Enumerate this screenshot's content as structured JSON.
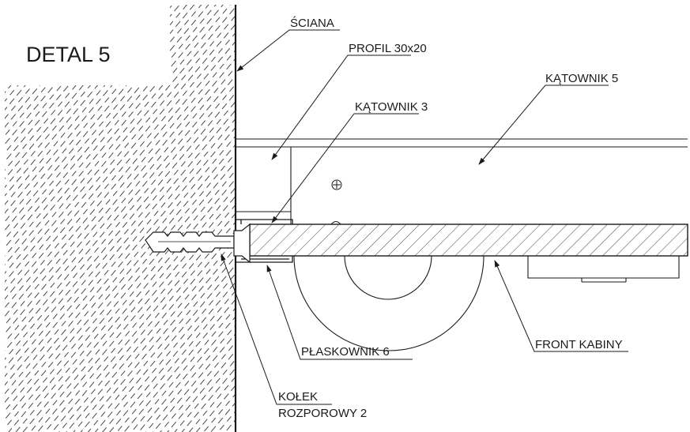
{
  "title": "DETAL 5",
  "labels": {
    "sciana": "ŚCIANA",
    "profil": "PROFIL 30x20",
    "katownik5": "KĄTOWNIK 5",
    "katownik3": "KĄTOWNIK 3",
    "plaskownik": "PŁASKOWNIK 6",
    "front": "FRONT KABINY",
    "kolek_line1": "KOŁEK",
    "kolek_line2": "ROZPOROWY 2"
  },
  "colors": {
    "line": "#1a1a1a",
    "background": "#ffffff"
  }
}
